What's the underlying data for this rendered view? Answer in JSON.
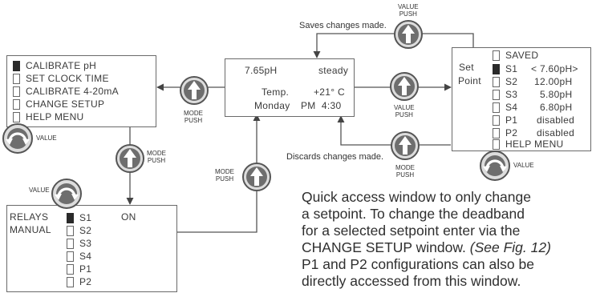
{
  "main_menu": {
    "items": [
      {
        "label": "CALIBRATE pH",
        "active": true
      },
      {
        "label": "SET CLOCK TIME",
        "active": false
      },
      {
        "label": "CALIBRATE 4-20mA",
        "active": false
      },
      {
        "label": "CHANGE SETUP",
        "active": false
      },
      {
        "label": "HELP MENU",
        "active": false
      }
    ]
  },
  "status_screen": {
    "ph": "7.65pH",
    "state": "steady",
    "temp_label": "Temp.",
    "temp_value": "+21° C",
    "day": "Monday",
    "time": "PM  4:30"
  },
  "setpoint_screen": {
    "label_line1": "Set",
    "label_line2": "Point",
    "saved": "SAVED",
    "rows": [
      {
        "name": "S1",
        "value": "< 7.60pH>",
        "active": true
      },
      {
        "name": "S2",
        "value": "12.00pH",
        "active": false
      },
      {
        "name": "S3",
        "value": "5.80pH",
        "active": false
      },
      {
        "name": "S4",
        "value": "6.80pH",
        "active": false
      },
      {
        "name": "P1",
        "value": "disabled",
        "active": false
      },
      {
        "name": "P2",
        "value": "disabled",
        "active": false
      }
    ],
    "help": "HELP MENU"
  },
  "relays_screen": {
    "label_line1": "RELAYS",
    "label_line2": "MANUAL",
    "status": "ON",
    "rows": [
      {
        "name": "S1",
        "active": true
      },
      {
        "name": "S2",
        "active": false
      },
      {
        "name": "S3",
        "active": false
      },
      {
        "name": "S4",
        "active": false
      },
      {
        "name": "P1",
        "active": false
      },
      {
        "name": "P2",
        "active": false
      }
    ]
  },
  "button_labels": {
    "value": "VALUE",
    "mode_line1": "MODE",
    "mode_line2": "PUSH",
    "value_push_line1": "VALUE",
    "value_push_line2": "PUSH"
  },
  "captions": {
    "saves": "Saves changes made.",
    "discards": "Discards changes made."
  },
  "note": {
    "lines": [
      "Quick access window to only change",
      "a setpoint. To change the deadband",
      "for a selected setpoint enter via the",
      "CHANGE SETUP window. ",
      "P1 and P2 configurations can also be",
      "directly accessed from this window."
    ],
    "see_fig": "(See Fig. 12)"
  },
  "colors": {
    "button_body": "#7a7a7a",
    "button_ring": "#4a4a4a",
    "arrow": "#ffffff",
    "line": "#555555"
  },
  "icons": [
    "push-up-arrow-icon",
    "rotate-dial-icon",
    "checkbox-icon"
  ]
}
